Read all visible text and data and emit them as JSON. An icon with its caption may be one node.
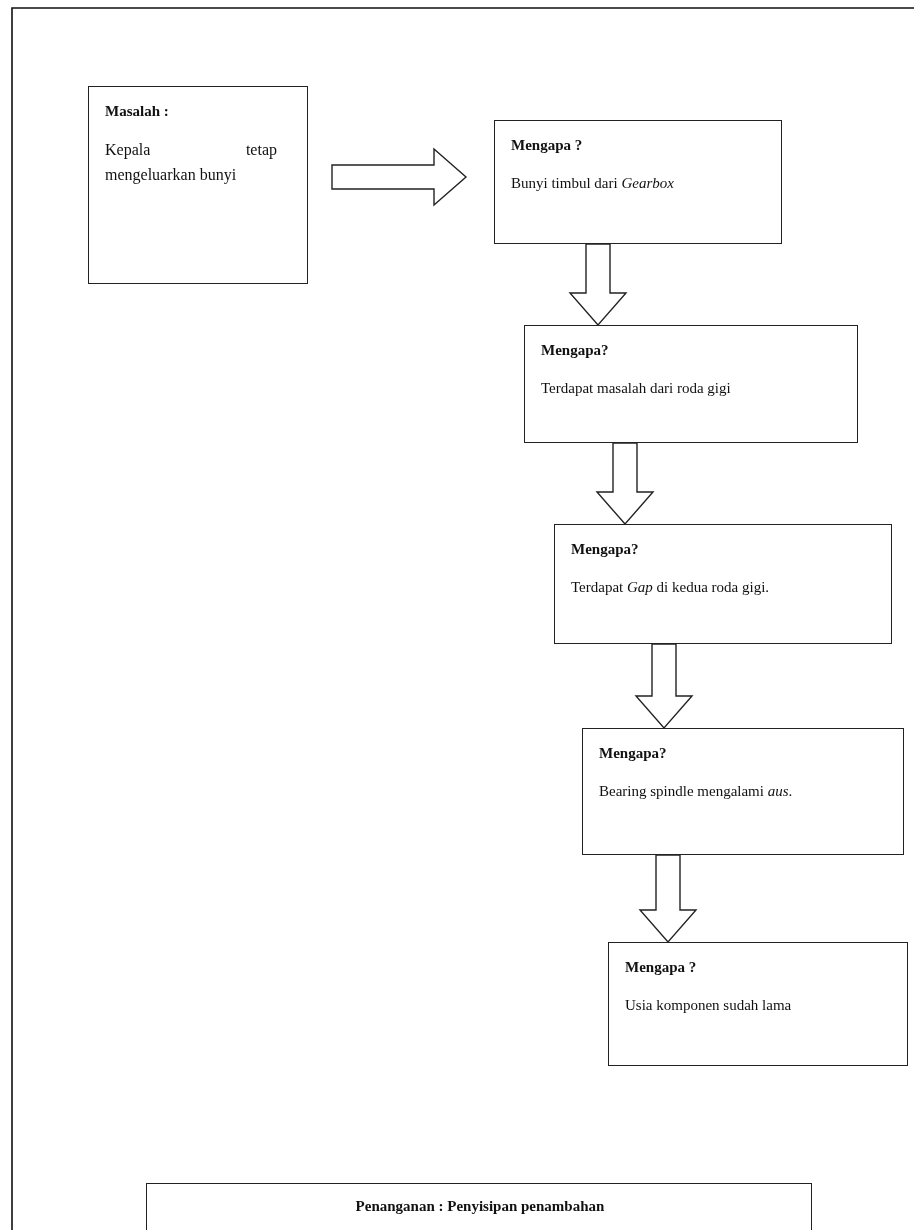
{
  "diagram": {
    "nodes": [
      {
        "text": [
          "Masalah :",
          "Kepala tetap mengeluarkan bunyi"
        ]
      },
      {
        "text": [
          "Mengapa ?",
          "Bunyi timbul dari *Gearbox*"
        ]
      },
      {
        "text": [
          "Mengapa?",
          "Terdapat masalah dari roda gigi"
        ]
      },
      {
        "text": [
          "Mengapa?",
          "Terdapat *Gap* di kedua roda gigi."
        ]
      },
      {
        "text": [
          "Mengapa?",
          "Bearing spindle mengalami *aus*."
        ]
      },
      {
        "text": [
          "Mengapa ?",
          "Usia komponen sudah lama"
        ]
      },
      {
        "text": [
          "Penanganan : Penyisipan penambahan"
        ]
      }
    ],
    "edges": [
      {
        "from": 0,
        "to": 1,
        "arrow": "to"
      },
      {
        "from": 1,
        "to": 2,
        "arrow": "to"
      },
      {
        "from": 2,
        "to": 3,
        "arrow": "to"
      },
      {
        "from": 3,
        "to": 4,
        "arrow": "to"
      },
      {
        "from": 4,
        "to": 5,
        "arrow": "to"
      }
    ]
  }
}
